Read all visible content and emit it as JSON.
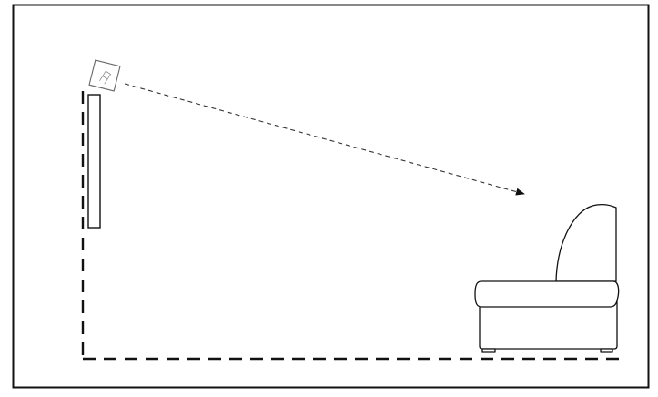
{
  "diagram": {
    "colors": {
      "background": "#ffffff",
      "frame": "#111111",
      "wall": "#111111",
      "floor": "#111111",
      "screen": "#111111",
      "sensor": "#555555",
      "sightline": "#333333",
      "sofa": "#111111"
    },
    "elements": {
      "frame": "outer-border",
      "wall": "dashed-vertical-wall",
      "floor": "dashed-floor",
      "screen": "wall-mounted-display",
      "sensor": "camera-sensor",
      "sightline": "dashed-arrow",
      "sofa": "armchair"
    }
  }
}
